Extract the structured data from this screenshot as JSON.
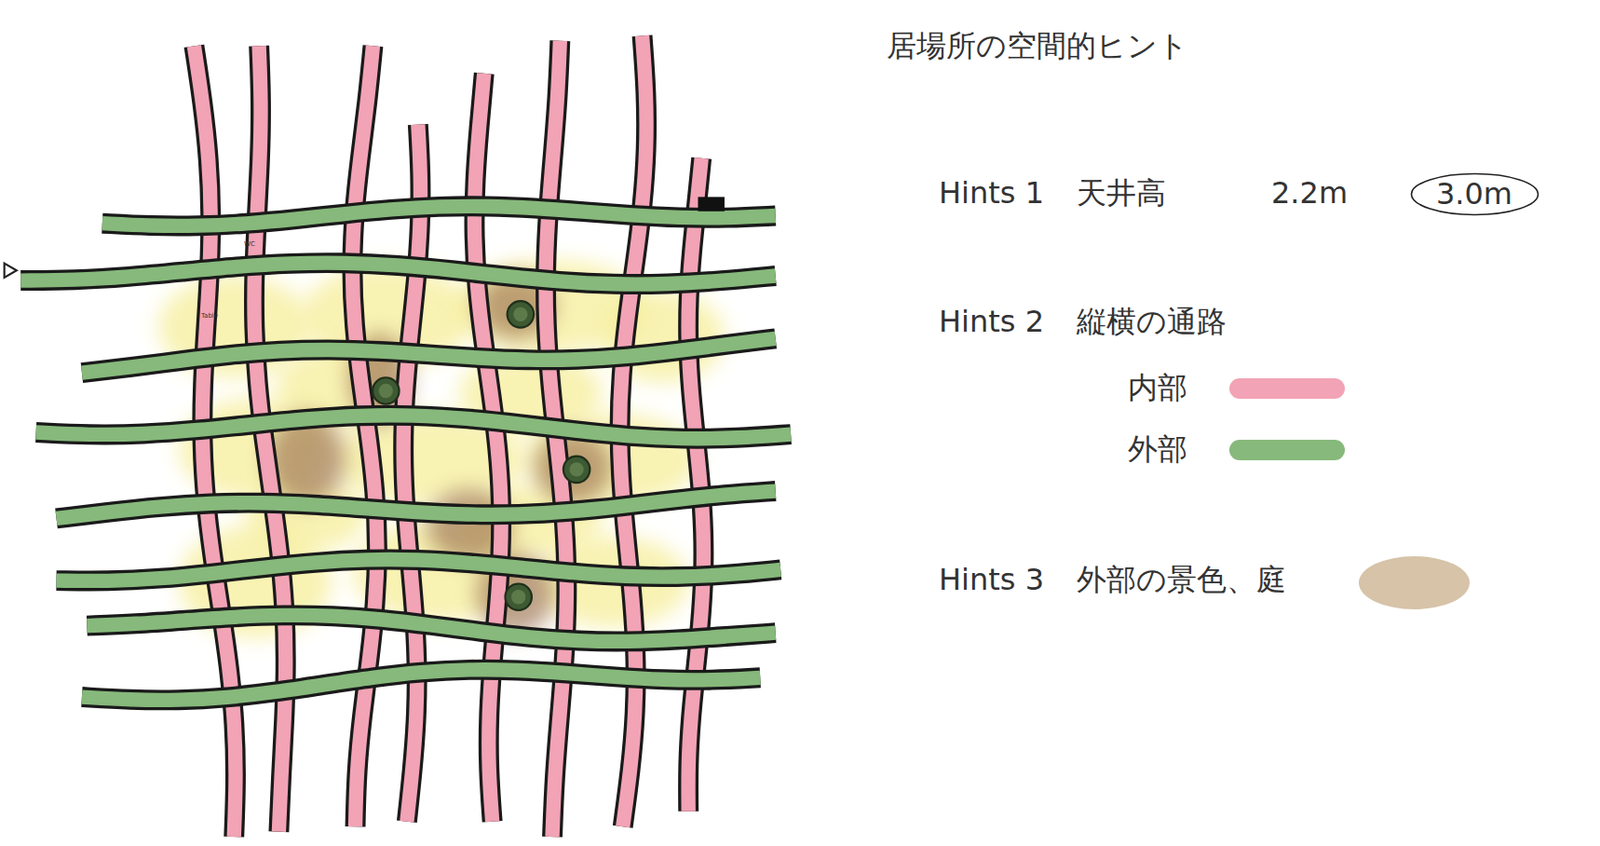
{
  "diagram": {
    "title": "居場所の空間的ヒント",
    "nodes": [
      {
        "text": [
          "3.0m"
        ]
      }
    ],
    "labels": [
      "Hints 1",
      "天井高",
      "2.2m",
      "Hints 2",
      "縦横の通路",
      "Hints 3",
      "WC",
      "Table"
    ],
    "legend": [
      {
        "text": "内部",
        "color": "#f2a3b5"
      },
      {
        "text": "外部",
        "color": "#86b97b"
      },
      {
        "text": "外部の景色、庭",
        "color": "#d6c3a8"
      }
    ]
  }
}
